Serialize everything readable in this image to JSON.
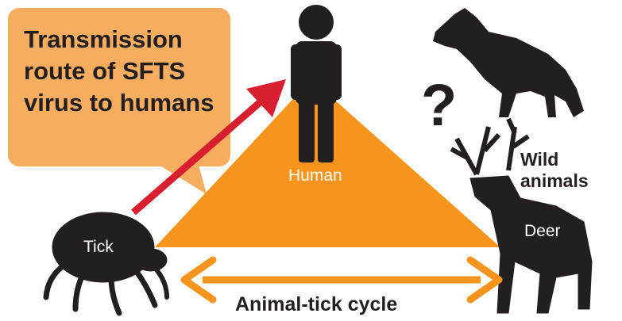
{
  "callout": {
    "title": "Transmission route of SFTS virus to humans"
  },
  "labels": {
    "human": "Human",
    "tick": "Tick",
    "deer": "Deer",
    "wild_animals_line1": "Wild",
    "wild_animals_line2": "animals",
    "cycle": "Animal-tick cycle",
    "question": "?"
  },
  "colors": {
    "callout_fill": "#f7ad5f",
    "triangle": "#f7941d",
    "arrow_red": "#d71f30",
    "arrow_orange": "#f7941d",
    "silhouette": "#231f20",
    "text": "#231f20"
  },
  "icons": [
    "human-silhouette-icon",
    "tick-silhouette-icon",
    "deer-silhouette-icon",
    "wolf-silhouette-icon",
    "question-mark-icon"
  ]
}
